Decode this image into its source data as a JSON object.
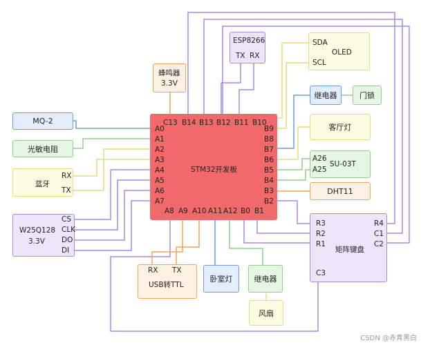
{
  "mcu": {
    "label": "STM32开发板",
    "left_pins": [
      "A0",
      "A1",
      "A2",
      "A3",
      "A4",
      "A5",
      "A6",
      "A7"
    ],
    "top_pins": [
      "C13",
      "B14",
      "B13",
      "B12",
      "B11",
      "B10"
    ],
    "right_pins": [
      "B9",
      "B8",
      "B7",
      "B6",
      "B5",
      "B4",
      "B3",
      "B2"
    ],
    "bottom_pins": [
      "A8",
      "A9",
      "A10",
      "A11",
      "A12",
      "B0",
      "B1"
    ]
  },
  "modules": {
    "esp8266": {
      "name": "ESP8266",
      "tx": "TX",
      "rx": "RX"
    },
    "buzzer": {
      "name": "蜂鸣器",
      "voltage": "3.3V"
    },
    "oled": {
      "name": "OLED",
      "sda": "SDA",
      "scl": "SCL"
    },
    "relay_top": {
      "name": "继电器"
    },
    "door_lock": {
      "name": "门锁"
    },
    "living_light": {
      "name": "客厅灯"
    },
    "su03t": {
      "name": "SU-03T",
      "a26": "A26",
      "a25": "A25"
    },
    "dht11": {
      "name": "DHT11"
    },
    "keypad": {
      "name": "矩阵键盘",
      "r3": "R3",
      "r2": "R2",
      "r1": "R1",
      "r4": "R4",
      "c1": "C1",
      "c2": "C2",
      "c3": "C3"
    },
    "mq2": {
      "name": "MQ-2"
    },
    "photo": {
      "name": "光敏电阻"
    },
    "bluetooth": {
      "name": "蓝牙",
      "rx": "RX",
      "tx": "TX"
    },
    "flash": {
      "name": "W25Q128",
      "voltage": "3.3V",
      "cs": "CS",
      "clk": "CLK",
      "do": "DO",
      "di": "DI"
    },
    "usb_ttl": {
      "name": "USB转TTL",
      "rx": "RX",
      "tx": "TX"
    },
    "bedroom_light": {
      "name": "卧室灯"
    },
    "relay_bottom": {
      "name": "继电器"
    },
    "fan": {
      "name": "风扇"
    }
  },
  "watermark": "CSDN @赤青黑白",
  "colors": {
    "mcu": "#f1696a",
    "purple": "#a68ae8",
    "yellow": "#e6dc7a",
    "orange": "#f0a454",
    "blue": "#6d9be0",
    "green": "#8fd08a",
    "teal": "#8fd0ae"
  }
}
